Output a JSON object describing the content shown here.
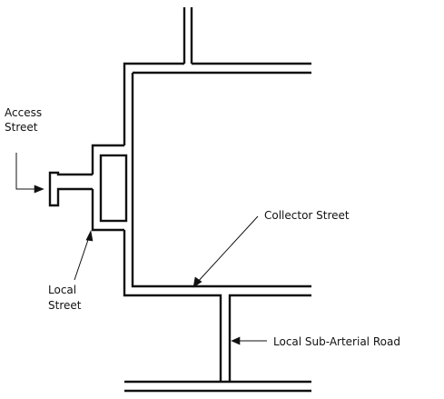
{
  "labels": {
    "access_street_line1": "Access",
    "access_street_line2": "Street",
    "local_street_line1": "Local",
    "local_street_line2": "Street",
    "collector_street": "Collector Street",
    "local_sub_arterial_road": "Local Sub-Arterial Road"
  },
  "colors": {
    "line": "#111111",
    "background": "#ffffff"
  }
}
